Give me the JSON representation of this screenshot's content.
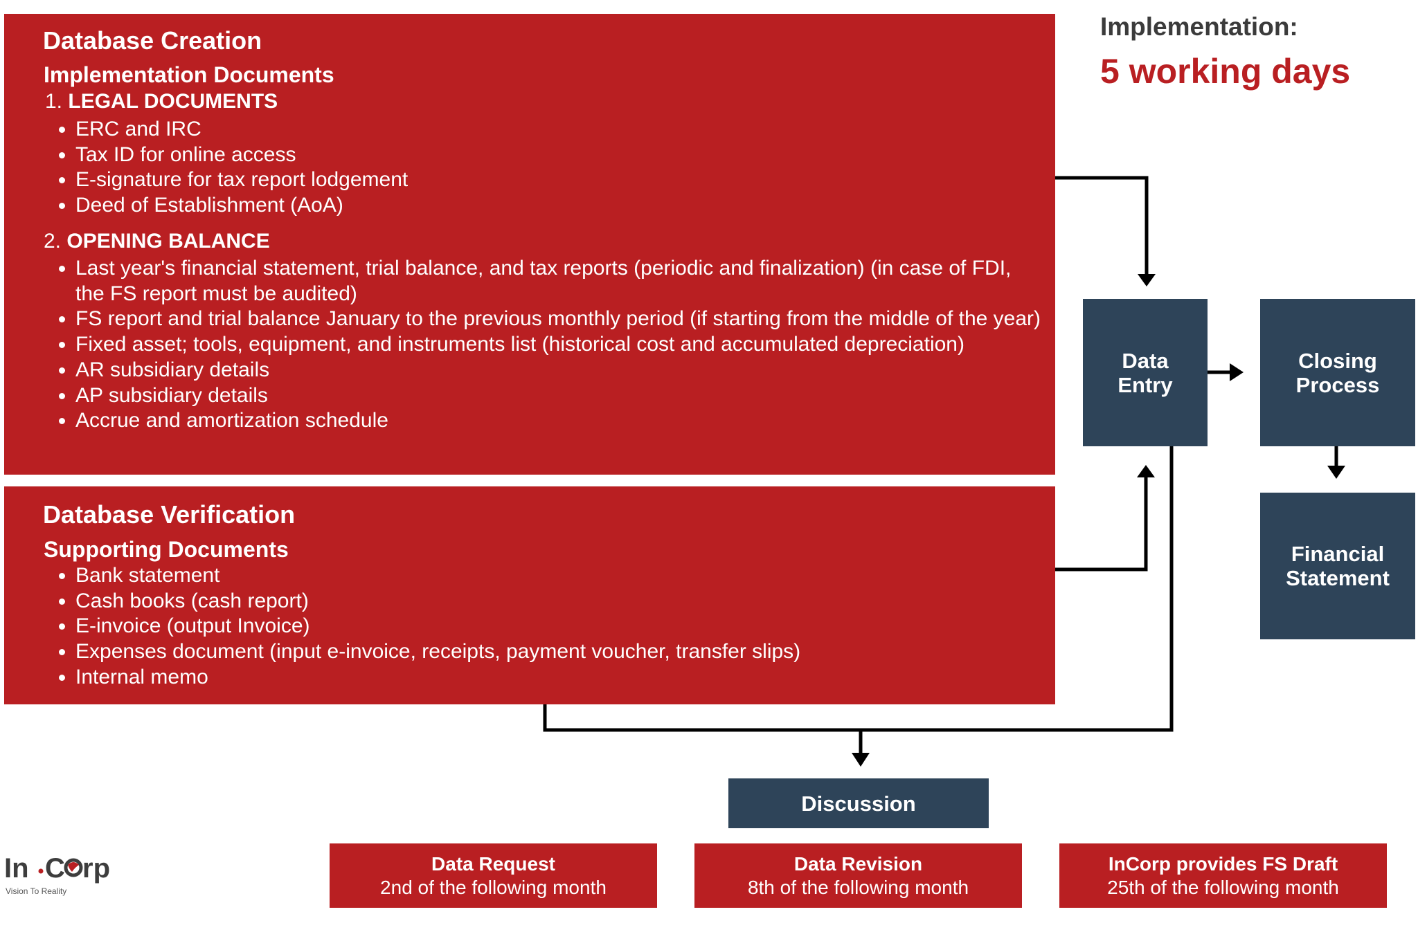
{
  "implementation": {
    "label": "Implementation:",
    "value": "5 working days"
  },
  "db_creation": {
    "title": "Database Creation",
    "subtitle": "Implementation Documents",
    "section1": {
      "num": "1.",
      "title": "LEGAL DOCUMENTS",
      "items": [
        "ERC and IRC",
        "Tax ID for online access",
        "E-signature for tax report lodgement",
        "Deed of Establishment (AoA)"
      ]
    },
    "section2": {
      "num": "2.",
      "title": "OPENING BALANCE",
      "items": [
        "Last year's financial statement, trial balance, and tax reports (periodic and finalization) (in case of FDI, the FS report must be audited)",
        "FS report and trial balance January to the previous monthly period (if starting from the middle of the year)",
        "Fixed asset; tools, equipment, and instruments list (historical cost and accumulated depreciation)",
        "AR subsidiary details",
        "AP subsidiary details",
        "Accrue and amortization schedule"
      ]
    }
  },
  "db_verification": {
    "title": "Database Verification",
    "subtitle": "Supporting Documents",
    "items": [
      "Bank statement",
      "Cash books (cash report)",
      "E-invoice (output Invoice)",
      "Expenses document (input e-invoice, receipts, payment voucher, transfer slips)",
      "Internal memo"
    ]
  },
  "nodes": {
    "data_entry": "Data Entry",
    "closing_process": "Closing Process",
    "financial_statement": "Financial Statement",
    "discussion": "Discussion"
  },
  "steps": [
    {
      "title": "Data Request",
      "desc": "2nd of the following month"
    },
    {
      "title": "Data Revision",
      "desc": "8th of the following month"
    },
    {
      "title": "InCorp provides FS Draft",
      "desc": "25th of the following month"
    }
  ],
  "logo": {
    "name": "In.Corp",
    "tagline": "Vision To Reality"
  },
  "colors": {
    "red": "#b91f22",
    "navy": "#2e4459",
    "text_dark": "#3b3b3b"
  }
}
